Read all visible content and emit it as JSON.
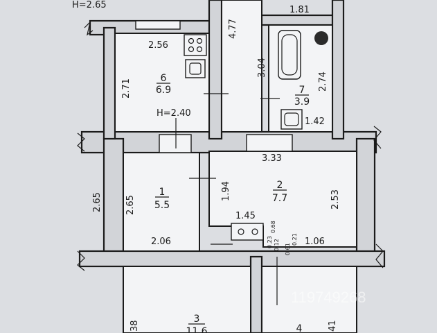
{
  "heights": {
    "top": "H=2.65",
    "middle": "H=2.40"
  },
  "rooms": [
    {
      "id": "room-6",
      "number": "6",
      "area": "6.9"
    },
    {
      "id": "room-7",
      "number": "7",
      "area": "3.9"
    },
    {
      "id": "room-1",
      "number": "1",
      "area": "5.5"
    },
    {
      "id": "room-2",
      "number": "2",
      "area": "7.7"
    },
    {
      "id": "room-3",
      "number": "3",
      "area": "11.6"
    },
    {
      "id": "room-4",
      "number": "4",
      "area": ""
    }
  ],
  "dimensions": {
    "top_right": "1.81",
    "corridor_top": "4.77",
    "room6_width": "2.56",
    "room6_height": "2.71",
    "room7_height_left": "3.04",
    "room7_height_right": "2.74",
    "room7_width": "1.42",
    "room2_width": "3.33",
    "outer_left": "2.65",
    "room1_height": "2.65",
    "room1_width": "2.06",
    "room2_height_left": "1.94",
    "room2_height_right": "2.53",
    "room2_bottom_left": "1.45",
    "room2_bottom_right": "1.06",
    "niche_a": "0.68",
    "niche_b": "0.23",
    "niche_c": "0.12",
    "niche_d": "0.21",
    "niche_e": "0.61",
    "room3_height": "38",
    "room4_height": "41"
  },
  "watermark": "119749268",
  "colors": {
    "background": "#dcdee2",
    "room_fill": "#f3f4f6",
    "line": "#1b1b1b"
  }
}
